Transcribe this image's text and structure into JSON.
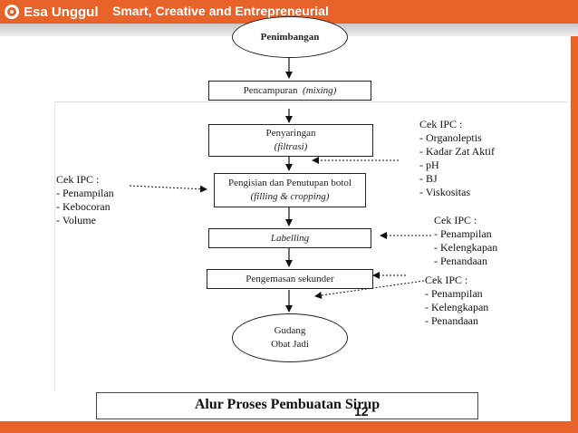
{
  "header": {
    "logo_text": "Esa Unggul",
    "tagline": "Smart, Creative and Entrepreneurial",
    "accent_color": "#e8632a"
  },
  "flow": {
    "penimbangan": "Penimbangan",
    "pencampuran": "Pencampuran",
    "pencampuran_term": "(mixing)",
    "penyaringan": "Penyaringan",
    "penyaringan_term": "(filtrasi)",
    "pengisian": "Pengisian dan Penutupan botol",
    "pengisian_term": "(filling & cropping)",
    "labelling": "Labelling",
    "pengemasan": "Pengemasan sekunder",
    "gudang_line1": "Gudang",
    "gudang_line2": "Obat Jadi"
  },
  "notes": {
    "left": {
      "title": "Cek IPC :",
      "items": [
        "- Penampilan",
        "- Kebocoran",
        "- Volume"
      ]
    },
    "right_top": {
      "title": "Cek IPC :",
      "items": [
        "- Organoleptis",
        "- Kadar Zat Aktif",
        "- pH",
        "- BJ",
        "- Viskositas"
      ]
    },
    "right_mid": {
      "title": "Cek IPC :",
      "items": [
        "- Penampilan",
        "- Kelengkapan",
        "- Penandaan"
      ]
    },
    "right_bottom": {
      "title": "Cek IPC :",
      "items": [
        "- Penampilan",
        "- Kelengkapan",
        "- Penandaan"
      ]
    }
  },
  "footer": {
    "title": "Alur Proses Pembuatan Sirup",
    "page_number": "12"
  }
}
